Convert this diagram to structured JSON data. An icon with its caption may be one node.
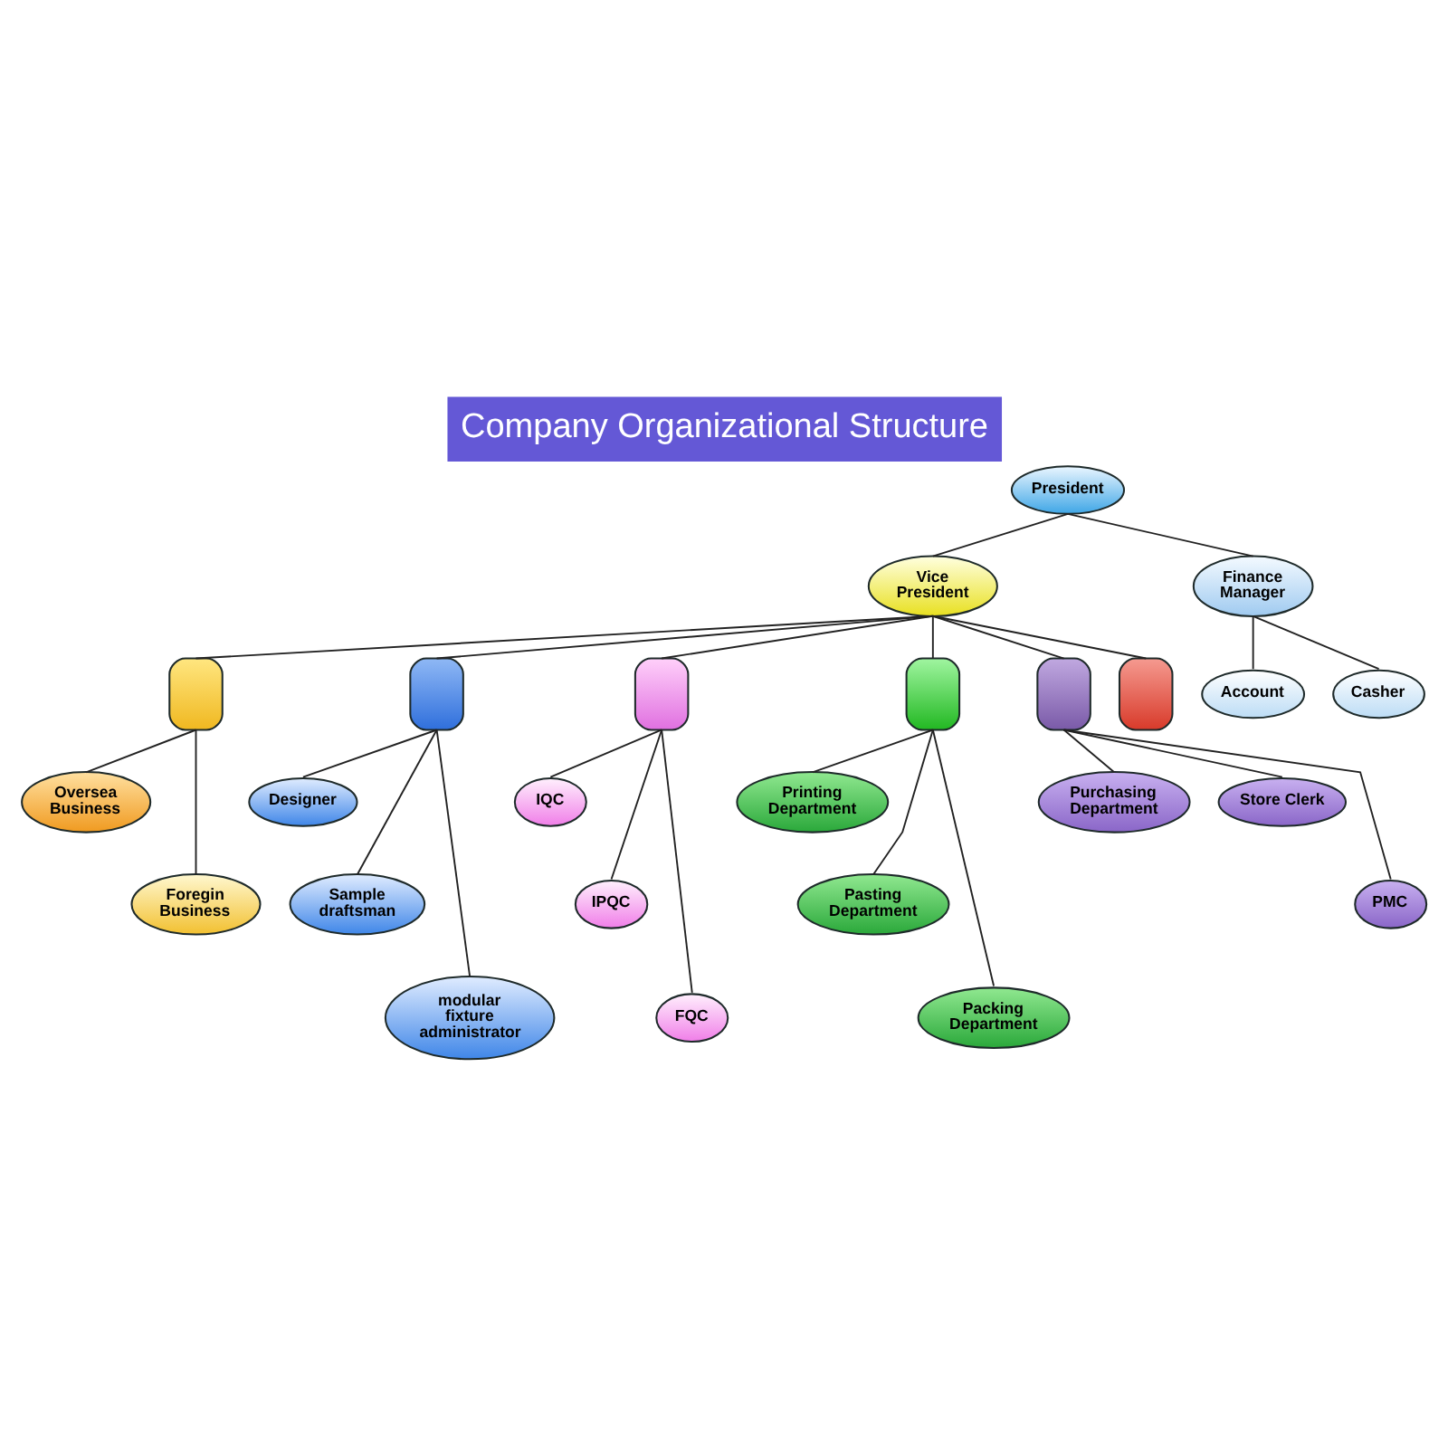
{
  "diagram": {
    "title": "Company Organizational Structure",
    "nodes": [
      {
        "text": [
          "President"
        ]
      },
      {
        "text": [
          "Vice President"
        ]
      },
      {
        "text": [
          "Finance Manager"
        ]
      },
      {
        "text": [],
        "shape": "box"
      },
      {
        "text": [],
        "shape": "box"
      },
      {
        "text": [],
        "shape": "box"
      },
      {
        "text": [],
        "shape": "box"
      },
      {
        "text": [],
        "shape": "box"
      },
      {
        "text": [],
        "shape": "box"
      },
      {
        "text": [
          "Oversea Business"
        ]
      },
      {
        "text": [
          "Foregin Business"
        ]
      },
      {
        "text": [
          "Designer"
        ]
      },
      {
        "text": [
          "Sample draftsman"
        ]
      },
      {
        "text": [
          "modular fixture administrator"
        ]
      },
      {
        "text": [
          "IQC"
        ]
      },
      {
        "text": [
          "IPQC"
        ]
      },
      {
        "text": [
          "FQC"
        ]
      },
      {
        "text": [
          "Printing Department"
        ]
      },
      {
        "text": [
          "Pasting Department"
        ]
      },
      {
        "text": [
          "Packing Department"
        ]
      },
      {
        "text": [
          "Purchasing Department"
        ]
      },
      {
        "text": [
          "Store Clerk"
        ]
      },
      {
        "text": [
          "PMC"
        ]
      },
      {
        "text": [
          "Account"
        ]
      },
      {
        "text": [
          "Casher"
        ]
      }
    ],
    "edges": [
      {
        "from": 0,
        "to": 1,
        "arrow": "none"
      },
      {
        "from": 0,
        "to": 2,
        "arrow": "none"
      },
      {
        "from": 1,
        "to": 3,
        "arrow": "none"
      },
      {
        "from": 1,
        "to": 4,
        "arrow": "none"
      },
      {
        "from": 1,
        "to": 5,
        "arrow": "none"
      },
      {
        "from": 1,
        "to": 6,
        "arrow": "none"
      },
      {
        "from": 1,
        "to": 7,
        "arrow": "none"
      },
      {
        "from": 1,
        "to": 8,
        "arrow": "none"
      },
      {
        "from": 3,
        "to": 9,
        "arrow": "none"
      },
      {
        "from": 3,
        "to": 10,
        "arrow": "none"
      },
      {
        "from": 4,
        "to": 11,
        "arrow": "none"
      },
      {
        "from": 4,
        "to": 12,
        "arrow": "none"
      },
      {
        "from": 4,
        "to": 13,
        "arrow": "none"
      },
      {
        "from": 5,
        "to": 14,
        "arrow": "none"
      },
      {
        "from": 5,
        "to": 15,
        "arrow": "none"
      },
      {
        "from": 5,
        "to": 16,
        "arrow": "none"
      },
      {
        "from": 6,
        "to": 17,
        "arrow": "none"
      },
      {
        "from": 6,
        "to": 18,
        "arrow": "none"
      },
      {
        "from": 6,
        "to": 19,
        "arrow": "none"
      },
      {
        "from": 7,
        "to": 20,
        "arrow": "none"
      },
      {
        "from": 7,
        "to": 21,
        "arrow": "none"
      },
      {
        "from": 7,
        "to": 22,
        "arrow": "none"
      },
      {
        "from": 2,
        "to": 23,
        "arrow": "none"
      },
      {
        "from": 2,
        "to": 24,
        "arrow": "none"
      }
    ]
  }
}
